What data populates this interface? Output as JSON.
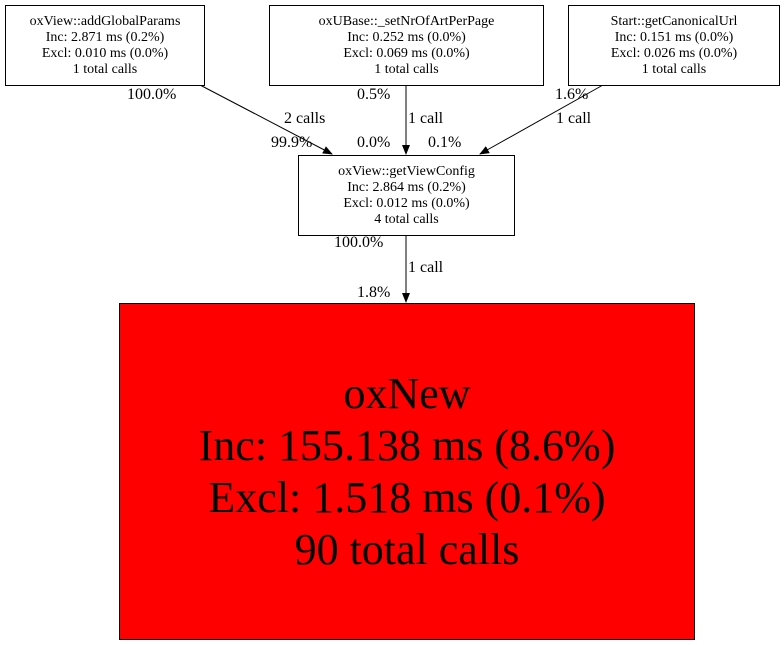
{
  "nodes": [
    {
      "name": "oxView::addGlobalParams",
      "inc": "Inc: 2.871 ms (0.2%)",
      "excl": "Excl: 0.010 ms (0.0%)",
      "calls": "1 total calls"
    },
    {
      "name": "oxUBase::_setNrOfArtPerPage",
      "inc": "Inc: 0.252 ms (0.0%)",
      "excl": "Excl: 0.069 ms (0.0%)",
      "calls": "1 total calls"
    },
    {
      "name": "Start::getCanonicalUrl",
      "inc": "Inc: 0.151 ms (0.0%)",
      "excl": "Excl: 0.026 ms (0.0%)",
      "calls": "1 total calls"
    },
    {
      "name": "oxView::getViewConfig",
      "inc": "Inc: 2.864 ms (0.2%)",
      "excl": "Excl: 0.012 ms (0.0%)",
      "calls": "4 total calls"
    },
    {
      "name": "oxNew",
      "inc": "Inc: 155.138 ms (8.6%)",
      "excl": "Excl: 1.518 ms (0.1%)",
      "calls": "90 total calls",
      "fill": "#ff0000"
    }
  ],
  "edges": [
    {
      "from_pct": "100.0%",
      "calls": "2 calls",
      "to_pct": "99.9%"
    },
    {
      "from_pct": "0.5%",
      "calls": "1 call",
      "to_pct": "0.0%"
    },
    {
      "from_pct": "1.6%",
      "calls": "1 call",
      "to_pct": "0.1%"
    },
    {
      "from_pct": "100.0%",
      "calls": "1 call",
      "to_pct": "1.8%"
    }
  ]
}
